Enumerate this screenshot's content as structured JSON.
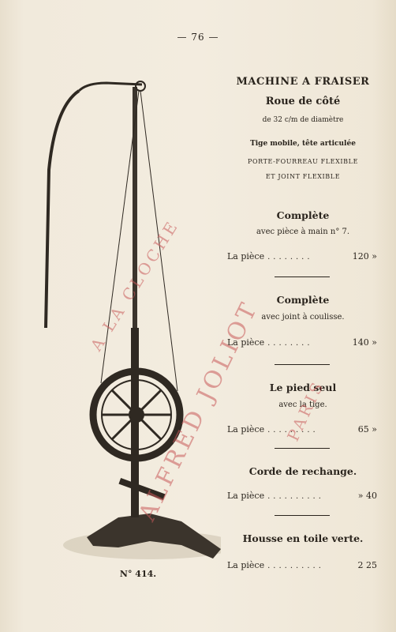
{
  "page_number": "— 76 —",
  "heading": {
    "title": "MACHINE A FRAISER",
    "subtitle": "Roue de côté",
    "line1": "de 32 c/m de diamètre",
    "line2": "Tige mobile, tête articulée",
    "line3": "PORTE-FOURREAU FLEXIBLE",
    "line4": "ET JOINT FLEXIBLE"
  },
  "items": [
    {
      "name": "Complète",
      "desc": "avec pièce à main n° 7.",
      "label": "La pièce",
      "dots": "........",
      "price": "120 »"
    },
    {
      "name": "Complète",
      "desc": "avec joint à coulisse.",
      "label": "La pièce",
      "dots": "........",
      "price": "140 »"
    },
    {
      "name": "Le pied seul",
      "desc": "avec la tige.",
      "label": "La pièce",
      "dots": ".........",
      "price": "65 »"
    },
    {
      "name": "Corde de rechange.",
      "desc": "",
      "label": "La pièce",
      "dots": "..........",
      "price": "» 40"
    },
    {
      "name": "Housse en toile verte.",
      "desc": "",
      "label": "La pièce",
      "dots": "..........",
      "price": "2 25"
    }
  ],
  "caption": "N° 414.",
  "stamp": {
    "line1": "A LA CLOCHE",
    "line2": "ALFRED JOLIOT",
    "line3": "PARIS",
    "color": "#c95a5a"
  }
}
